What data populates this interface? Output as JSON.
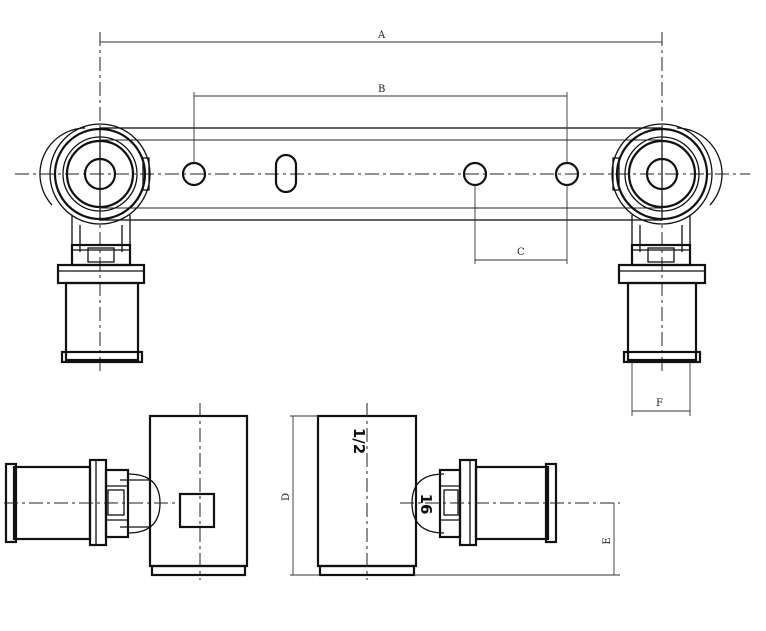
{
  "dimensions": {
    "a": "A",
    "b": "B",
    "c": "C",
    "d": "D",
    "e": "E",
    "f": "F"
  },
  "markings": {
    "thread_size": "1/2",
    "pipe_size": "16"
  }
}
